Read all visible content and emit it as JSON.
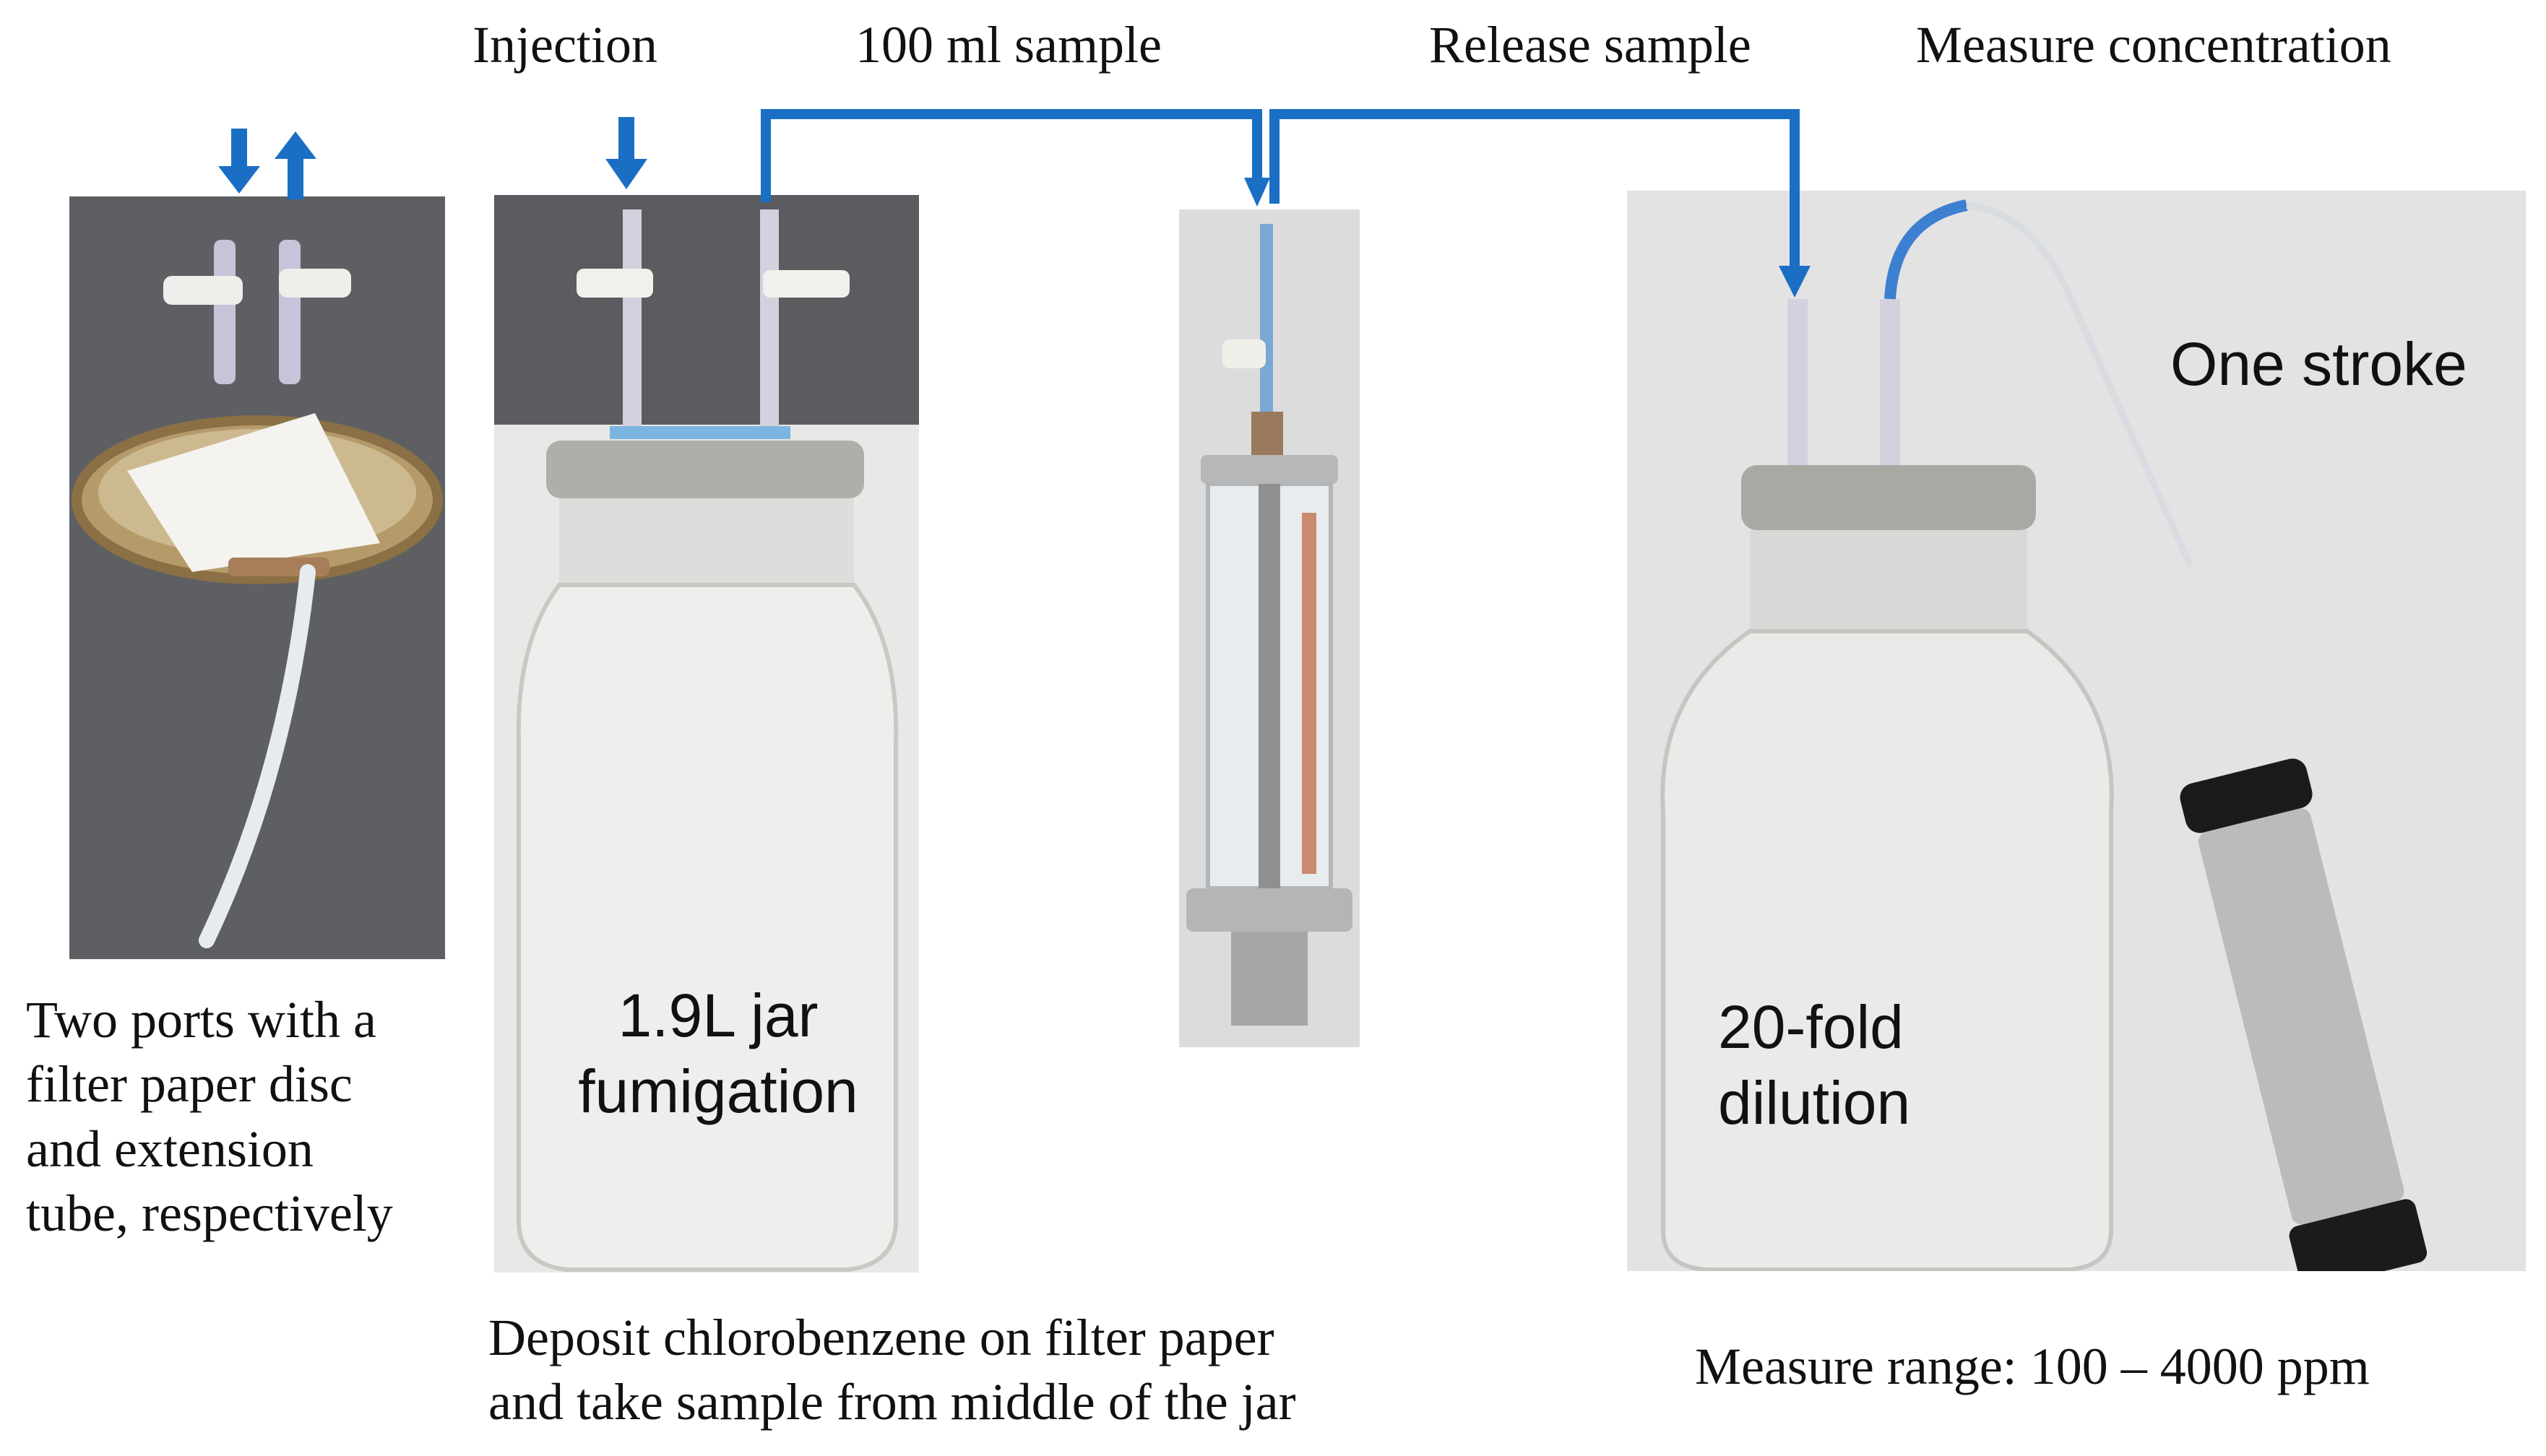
{
  "step_labels": {
    "injection": "Injection",
    "sample": "100 ml sample",
    "release": "Release sample",
    "measure": "Measure concentration"
  },
  "panel1": {
    "caption": [
      "Two ports with a",
      "filter paper disc",
      "and extension",
      "tube, respectively"
    ]
  },
  "panel2": {
    "overlay": [
      "1.9L jar",
      "fumigation"
    ],
    "caption": [
      "Deposit chlorobenzene on filter paper",
      "and take sample from middle of the jar"
    ]
  },
  "panel4": {
    "overlay": [
      "20-fold",
      "dilution"
    ],
    "pump_label": "One stroke",
    "caption": "Measure range: 100 – 4000 ppm"
  },
  "colors": {
    "arrow": "#1a6fc4",
    "photo_bg_dark": "#5e5f63",
    "photo_bg_light": "#e3e3e4"
  },
  "icons": [
    "down-arrow-icon",
    "up-arrow-icon"
  ]
}
